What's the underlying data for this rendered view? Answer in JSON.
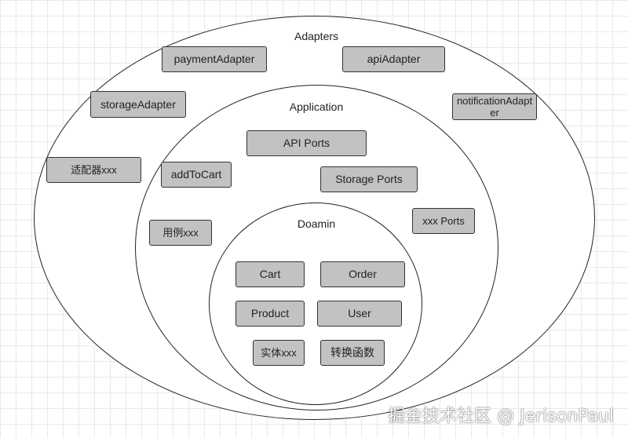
{
  "layers": {
    "adapters": "Adapters",
    "application": "Application",
    "domain": "Doamin"
  },
  "adapters": {
    "payment": "paymentAdapter",
    "api": "apiAdapter",
    "storage": "storageAdapter",
    "notification": "notificationAdapter",
    "generic": "适配器xxx"
  },
  "application": {
    "api_ports": "API Ports",
    "add_to_cart": "addToCart",
    "storage_ports": "Storage Ports",
    "xxx_ports": "xxx Ports",
    "use_case": "用例xxx"
  },
  "domain": {
    "cart": "Cart",
    "order": "Order",
    "product": "Product",
    "user": "User",
    "entity": "实体xxx",
    "converter": "转换函数"
  },
  "watermark": "掘金技术社区 @ JerisonPaul"
}
